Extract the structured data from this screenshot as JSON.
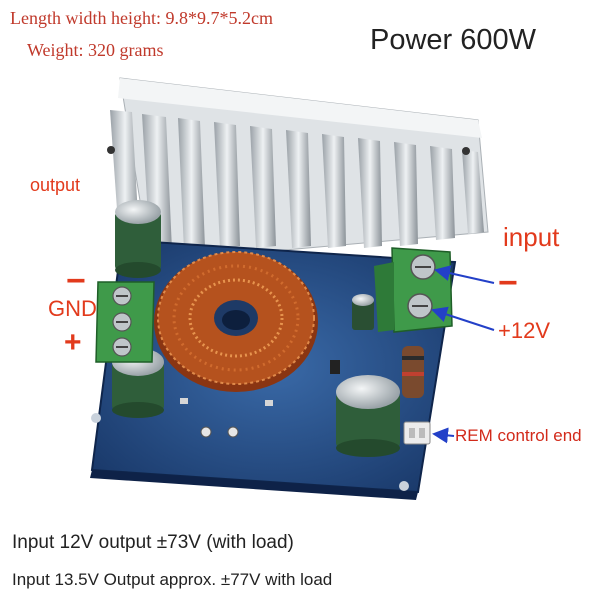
{
  "specs": {
    "dimensions": "Length width height: 9.8*9.7*5.2cm",
    "weight": "Weight: 320 grams"
  },
  "title": "Power 600W",
  "labels": {
    "output": "output",
    "input": "input",
    "output_minus": "−",
    "gnd": "GND",
    "output_plus": "+",
    "input_minus": "−",
    "input_plus": "+12V",
    "rem": "REM control end"
  },
  "notes": {
    "line1": "Input 12V output ±73V (with load)",
    "line2": "Input 13.5V Output approx. ±77V with load"
  },
  "colors": {
    "label_red": "#e23a1c",
    "arrow_blue": "#2340c8",
    "pcb_blue": "#1d3f7a",
    "terminal_green": "#3f9a4a",
    "copper": "#b5521e",
    "heatsink": "#cfd4d8"
  }
}
